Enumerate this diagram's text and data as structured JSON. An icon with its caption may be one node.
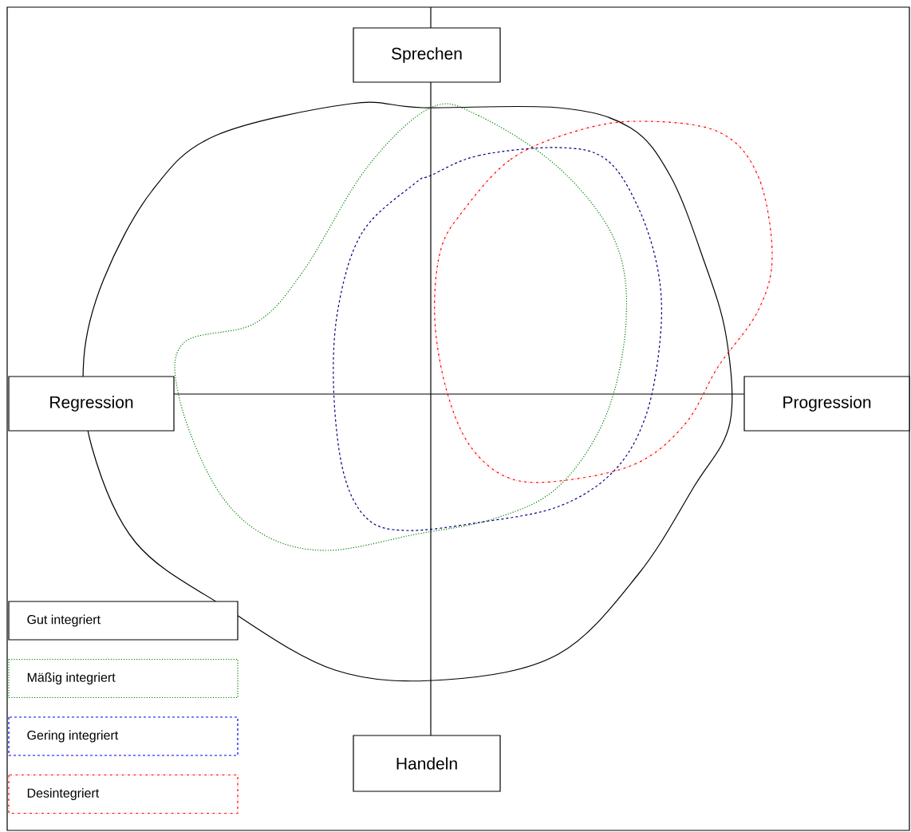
{
  "diagram": {
    "nodes": [
      {
        "text": [
          "Sprechen"
        ]
      },
      {
        "text": [
          "Regression"
        ]
      },
      {
        "text": [
          "Progression"
        ]
      },
      {
        "text": [
          "Handeln"
        ]
      }
    ],
    "legend": [
      {
        "text": "Gut integriert"
      },
      {
        "text": "Mäßig integriert"
      },
      {
        "text": "Gering integriert"
      },
      {
        "text": "Desintegriert"
      }
    ]
  }
}
